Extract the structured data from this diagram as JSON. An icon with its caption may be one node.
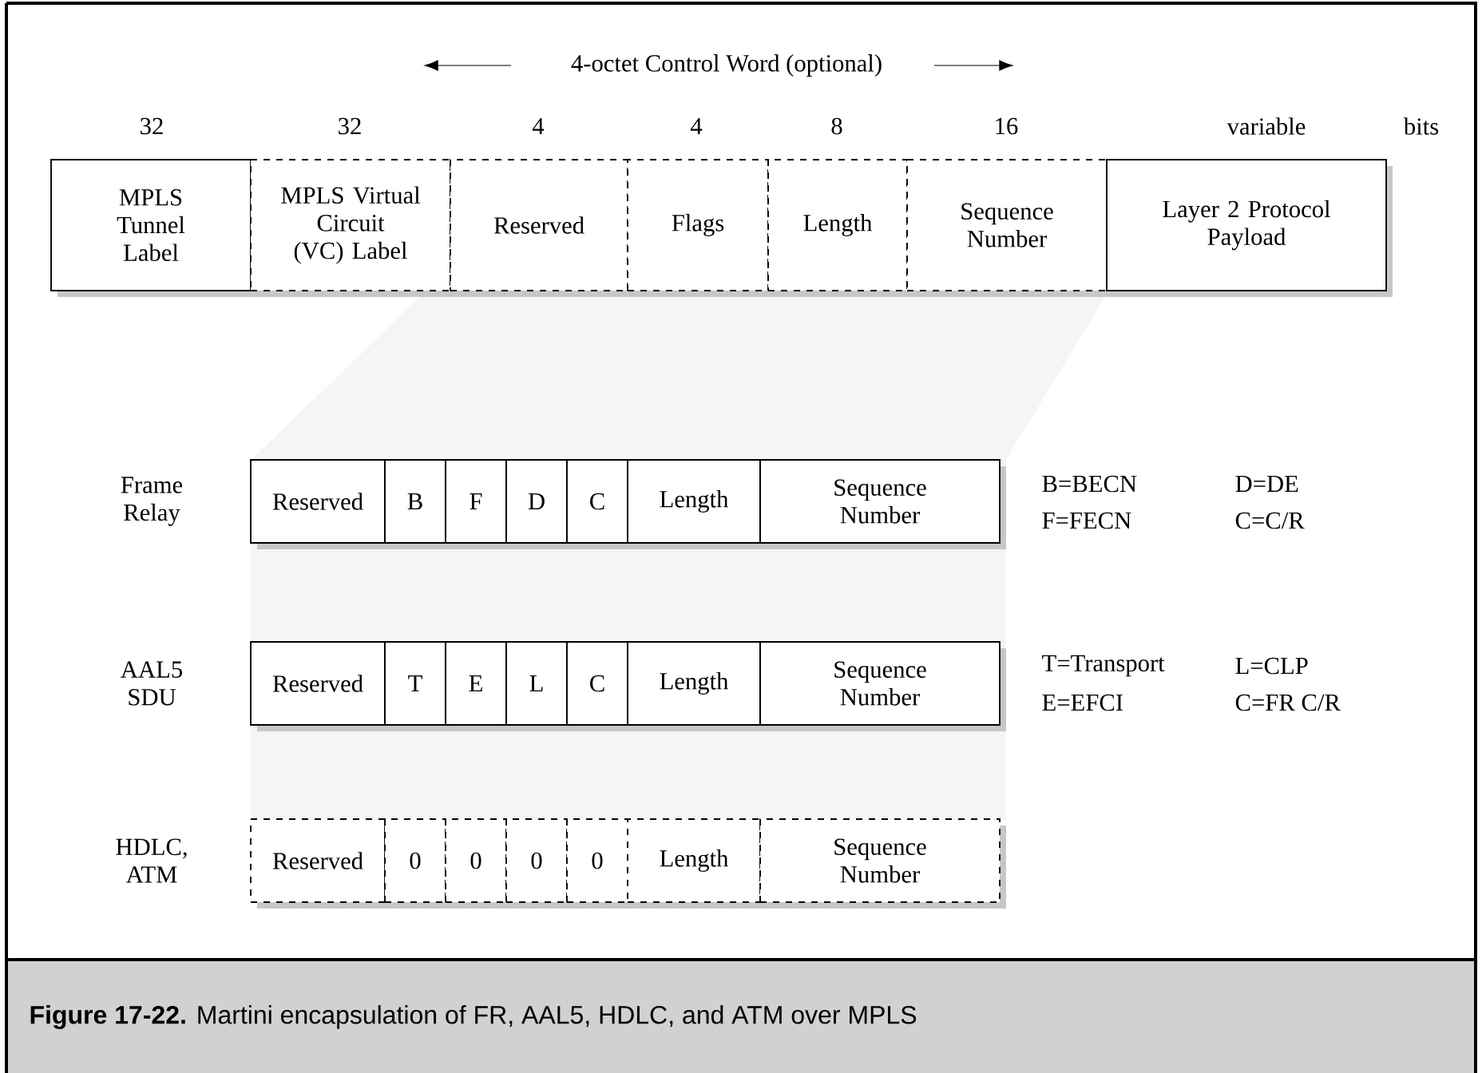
{
  "diagram": {
    "caption": "**Figure 17-22.** Martini encapsulation of FR, AAL5, HDLC, and ATM over MPLS",
    "nodes": [
      {
        "text": [
          "MPLS Tunnel Label"
        ]
      },
      {
        "text": [
          "MPLS Virtual Circuit (VC) Label"
        ]
      },
      {
        "text": [
          "Reserved"
        ]
      },
      {
        "text": [
          "Flags"
        ]
      },
      {
        "text": [
          "Length"
        ]
      },
      {
        "text": [
          "Sequence Number"
        ]
      },
      {
        "text": [
          "Layer 2 Protocol Payload"
        ]
      },
      {
        "text": [
          "Reserved"
        ]
      },
      {
        "text": [
          "B"
        ]
      },
      {
        "text": [
          "F"
        ]
      },
      {
        "text": [
          "D"
        ]
      },
      {
        "text": [
          "C"
        ]
      },
      {
        "text": [
          "Length"
        ]
      },
      {
        "text": [
          "Sequence Number"
        ]
      },
      {
        "text": [
          "Reserved"
        ]
      },
      {
        "text": [
          "T"
        ]
      },
      {
        "text": [
          "E"
        ]
      },
      {
        "text": [
          "L"
        ]
      },
      {
        "text": [
          "C"
        ]
      },
      {
        "text": [
          "Length"
        ]
      },
      {
        "text": [
          "Sequence Number"
        ]
      },
      {
        "text": [
          "Reserved"
        ]
      },
      {
        "text": [
          "0"
        ]
      },
      {
        "text": [
          "0"
        ]
      },
      {
        "text": [
          "0"
        ]
      },
      {
        "text": [
          "0"
        ]
      },
      {
        "text": [
          "Length"
        ]
      },
      {
        "text": [
          "Sequence Number"
        ]
      }
    ],
    "labels": [
      "4-octet Control Word (optional)",
      "32",
      "32",
      "4",
      "4",
      "8",
      "16",
      "variable",
      "bits",
      "Frame Relay",
      "B=BECN",
      "D=DE",
      "F=FECN",
      "C=C/R",
      "AAL5 SDU",
      "T=Transport",
      "L=CLP",
      "E=EFCI",
      "C=FR C/R",
      "HDLC, ATM"
    ]
  }
}
